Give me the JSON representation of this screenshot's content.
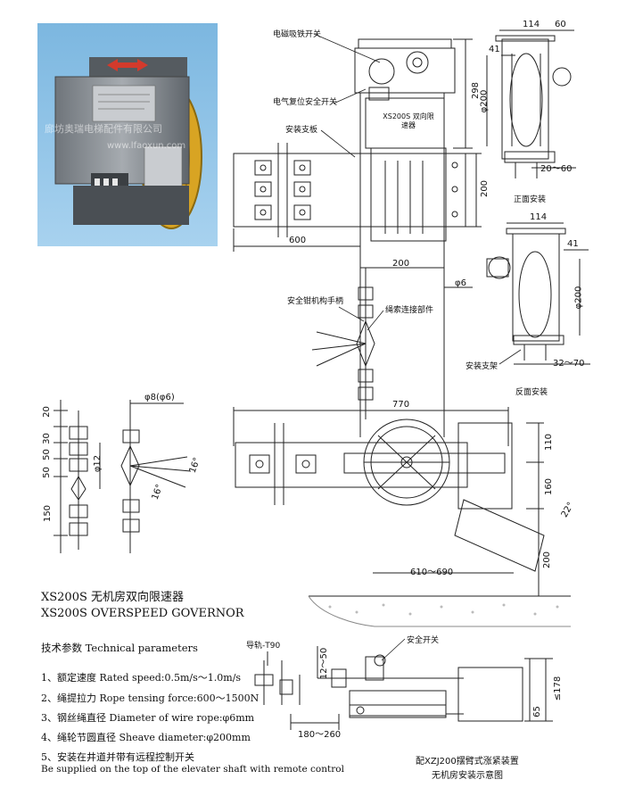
{
  "photo": {
    "watermark_cn": "廊坊奥瑞电梯配件有限公司",
    "watermark_en": "www.lfaoxun.com",
    "colors": {
      "background": "#8fc3e6",
      "housing": "#8a8f94",
      "sheave": "#d8a423",
      "arrow": "#d33a2c"
    }
  },
  "product": {
    "title_cn": "XS200S 无机房双向限速器",
    "title_en": "XS200S OVERSPEED GOVERNOR",
    "housing_label": "XS200S 双向限速器"
  },
  "params": {
    "heading": "技术参数 Technical parameters",
    "items": [
      "1、额定速度 Rated speed:0.5m/s～1.0m/s",
      "2、绳提拉力 Rope tensing force:600～1500N",
      "3、钢丝绳直径 Diameter of wire rope:φ6mm",
      "4、绳轮节圆直径 Sheave diameter:φ200mm",
      "5、安装在井道并带有远程控制开关",
      "Be supplied on the top of the elevater shaft with remote control"
    ]
  },
  "callouts": {
    "em_switch": "电磁吸铁开关",
    "reset_switch": "电气复位安全开关",
    "mount_plate": "安装支板",
    "safety_lever": "安全钳机构手柄",
    "rope_connector": "绳索连接部件",
    "front_install": "正面安装",
    "bracket": "安装支架",
    "back_install": "反面安装",
    "guide_rail": "导轨-T90",
    "safety_switch": "安全开关",
    "tensioner_1": "配XZJ200摆臂式涨紧装置",
    "tensioner_2": "无机房安装示意图"
  },
  "dims": {
    "top_298": "298",
    "top_200": "200",
    "w_600": "600",
    "w_200": "200",
    "rope_6": "φ6",
    "fr_114": "114",
    "fr_60": "60",
    "fr_41": "41",
    "fr_d200": "φ200",
    "fr_2060": "20～60",
    "bk_114": "114",
    "bk_41": "41",
    "bk_d200": "φ200",
    "bk_3270": "32～70",
    "l_20": "20",
    "l_30": "30",
    "l_50a": "50",
    "l_50b": "50",
    "l_150": "150",
    "l_d12": "φ12",
    "l_d8": "φ8(φ6)",
    "l_16a": "16°",
    "l_16b": "16°",
    "b_770": "770",
    "b_110": "110",
    "b_160": "160",
    "b_22": "22°",
    "b_200": "200",
    "b_610": "610～690",
    "t_1250": "12～50",
    "t_180": "180～260",
    "t_178": "≤178",
    "t_65": "65"
  }
}
